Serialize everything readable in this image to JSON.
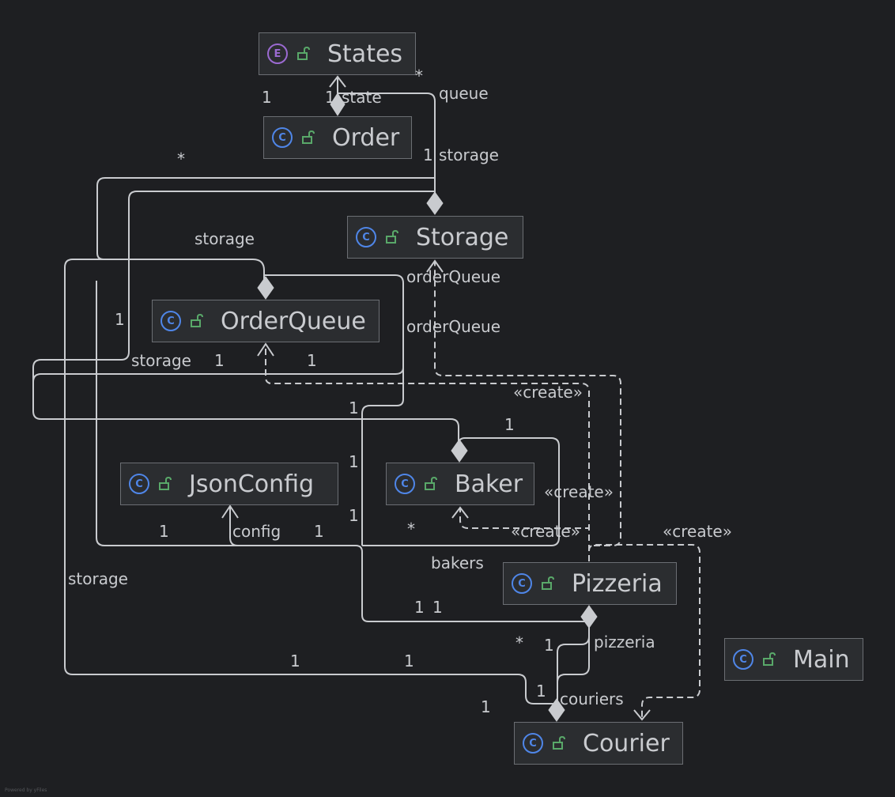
{
  "classes": {
    "states": {
      "name": "States",
      "kind": "E"
    },
    "order": {
      "name": "Order",
      "kind": "C"
    },
    "storage": {
      "name": "Storage",
      "kind": "C"
    },
    "order_queue": {
      "name": "OrderQueue",
      "kind": "C"
    },
    "json_config": {
      "name": "JsonConfig",
      "kind": "C"
    },
    "baker": {
      "name": "Baker",
      "kind": "C"
    },
    "pizzeria": {
      "name": "Pizzeria",
      "kind": "C"
    },
    "main": {
      "name": "Main",
      "kind": "C"
    },
    "courier": {
      "name": "Courier",
      "kind": "C"
    }
  },
  "edge_labels": {
    "state": "state",
    "queue": "queue",
    "storage_order": "storage",
    "storage_queue": "storage",
    "storage_left": "storage",
    "storage_bottom": "storage",
    "order_queue_1": "orderQueue",
    "order_queue_2": "orderQueue",
    "create_1": "«create»",
    "create_2": "«create»",
    "create_3": "«create»",
    "create_4": "«create»",
    "config": "config",
    "bakers": "bakers",
    "pizzeria": "pizzeria",
    "couriers": "couriers"
  },
  "multiplicities": {
    "m1": "1",
    "m2": "1",
    "m3": "*",
    "m4": "1",
    "m5": "*",
    "m6": "1",
    "m7": "1",
    "m8": "1",
    "m9": "1",
    "m10": "1",
    "m11": "1",
    "m12": "1",
    "m13": "1",
    "m14": "*",
    "m15": "1",
    "m16": "1",
    "m17": "1",
    "m18": "1",
    "m19": "*",
    "m20": "1",
    "m21": "1",
    "m22": "1",
    "m23": "1"
  },
  "watermark": "Powered by yFiles",
  "colors": {
    "background": "#1e1f22",
    "node_fill": "#2b2d30",
    "node_border": "#6b6e73",
    "edge": "#c9cbcf",
    "class_icon": "#4f86e8",
    "enum_icon": "#9b6ad1",
    "public_icon": "#59a869"
  }
}
